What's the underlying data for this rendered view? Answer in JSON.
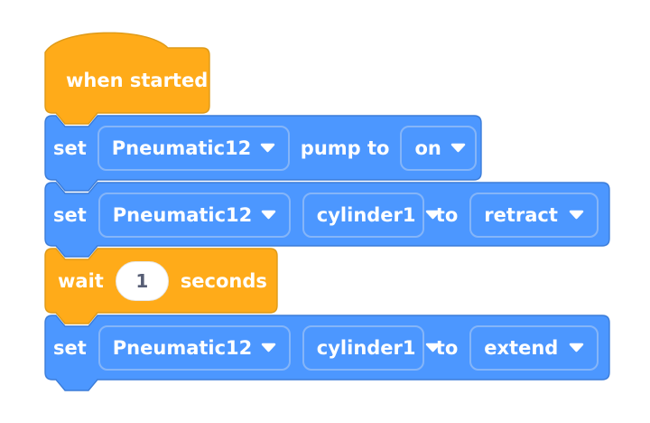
{
  "colors": {
    "background": "#FFFFFF",
    "block_blue": "#4C97FF",
    "block_blue_border": "#3C7DD9",
    "block_orange": "#FFAB19",
    "block_orange_border": "#DE9A18",
    "dropdown_border": "#85B5F8",
    "block_text": "#FFFFFF",
    "input_text": "#575E75"
  },
  "script": {
    "hat": {
      "label": "when started"
    },
    "set_pump": {
      "keyword": "set",
      "device": "Pneumatic12",
      "middle_label": "pump to",
      "value": "on"
    },
    "set_retract": {
      "keyword": "set",
      "device": "Pneumatic12",
      "part": "cylinder1",
      "to_label": "to",
      "value": "retract"
    },
    "wait": {
      "keyword": "wait",
      "duration": "1",
      "unit_label": "seconds"
    },
    "set_extend": {
      "keyword": "set",
      "device": "Pneumatic12",
      "part": "cylinder1",
      "to_label": "to",
      "value": "extend"
    }
  }
}
